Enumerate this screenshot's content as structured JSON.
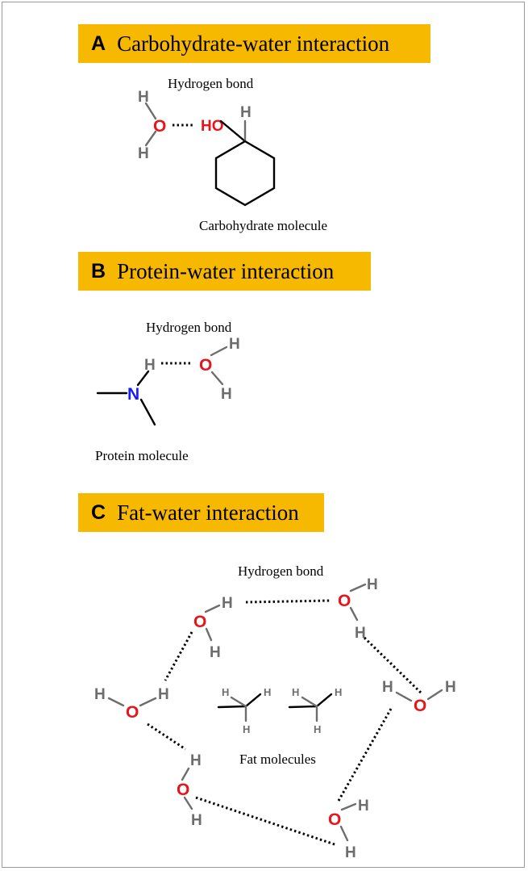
{
  "panels": {
    "a": {
      "letter": "A",
      "title": "Carbohydrate-water interaction",
      "bond_label": "Hydrogen bond",
      "molecule_label": "Carbohydrate molecule",
      "atoms": {
        "h": "H",
        "o": "O",
        "ho": "HO"
      }
    },
    "b": {
      "letter": "B",
      "title": "Protein-water interaction",
      "bond_label": "Hydrogen bond",
      "molecule_label": "Protein molecule",
      "atoms": {
        "h": "H",
        "o": "O",
        "n": "N"
      }
    },
    "c": {
      "letter": "C",
      "title": "Fat-water interaction",
      "bond_label": "Hydrogen bond",
      "molecule_label": "Fat molecules",
      "atoms": {
        "h": "H",
        "o": "O"
      }
    }
  },
  "colors": {
    "title_background": "#f7b800",
    "oxygen": "#e8141c",
    "nitrogen": "#1a1aff",
    "hydrogen": "#6d6d6d",
    "bond": "#000000"
  }
}
